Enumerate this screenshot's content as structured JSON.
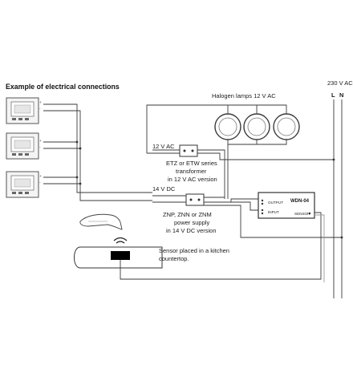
{
  "title": "Example of electrical connections",
  "mains": {
    "voltage": "230 V AC",
    "l": "L",
    "n": "N"
  },
  "halogen": {
    "label": "Halogen lamps 12 V AC"
  },
  "transformer_ac": {
    "input_label": "12 V AC",
    "desc": [
      "ETZ or ETW series",
      "transformer",
      "in 12 V AC version"
    ]
  },
  "power_supply_dc": {
    "input_label": "14 V DC",
    "desc": [
      "ZNP, ZNN or ZNM",
      "power supply",
      "in 14 V DC version"
    ]
  },
  "module": {
    "name": "WDN-04",
    "output": "OUTPUT",
    "input": "INPUT",
    "sensor": "SENSOR"
  },
  "sensor": {
    "desc": [
      "Sensor placed in a kitchen",
      "countertop."
    ]
  },
  "terminals": {
    "plus": "+",
    "minus": "-"
  },
  "colors": {
    "wire": "#3a3a3a",
    "gray_wire": "#9a9a9a",
    "device": "#1f3a56"
  }
}
